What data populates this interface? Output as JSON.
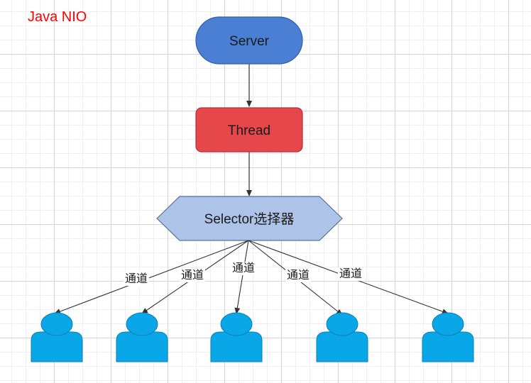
{
  "title": "Java NIO",
  "nodes": {
    "server": {
      "label": "Server",
      "fill": "#4a7fd4",
      "stroke": "#2f5fa8"
    },
    "thread": {
      "label": "Thread",
      "fill": "#e5474b",
      "stroke": "#b32f33"
    },
    "selector": {
      "label": "Selector选择器",
      "fill": "#aec3e8",
      "stroke": "#5b6f96"
    }
  },
  "clients": {
    "count": 5,
    "fill": "#0aa7e8",
    "stroke": "#0780b5"
  },
  "channel_labels": [
    "通道",
    "通道",
    "通道",
    "通道",
    "通道"
  ]
}
